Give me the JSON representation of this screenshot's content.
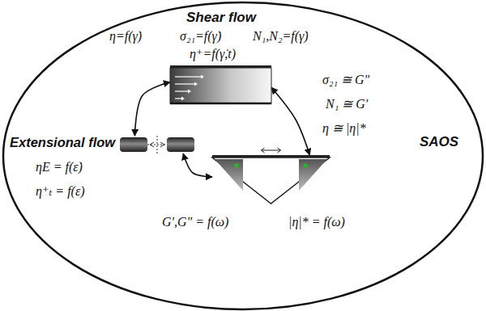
{
  "diagram": {
    "nodes": [
      {
        "text": [
          "Shear flow",
          "η=f(γ̇)",
          "σ₂₁=f(γ̇)",
          "N₁,N₂=f(γ̇)",
          "η⁺=f(γ̇,t)"
        ]
      },
      {
        "text": [
          "Extensional flow",
          "ηE = f(ε̇)",
          "η⁺ₜ = f(ε)"
        ]
      },
      {
        "text": [
          "SAOS",
          "G',G\" = f(ω)",
          "|η|* = f(ω)"
        ]
      }
    ],
    "edges": [
      {
        "from": 1,
        "to": 0,
        "arrow": "both"
      },
      {
        "from": 0,
        "to": 2,
        "arrow": "both"
      },
      {
        "from": 1,
        "to": 2,
        "arrow": "both"
      }
    ],
    "labels": [
      "σ₂₁ ≅ G\"",
      "N₁ ≅ G'",
      "η ≅ |η|*"
    ]
  }
}
